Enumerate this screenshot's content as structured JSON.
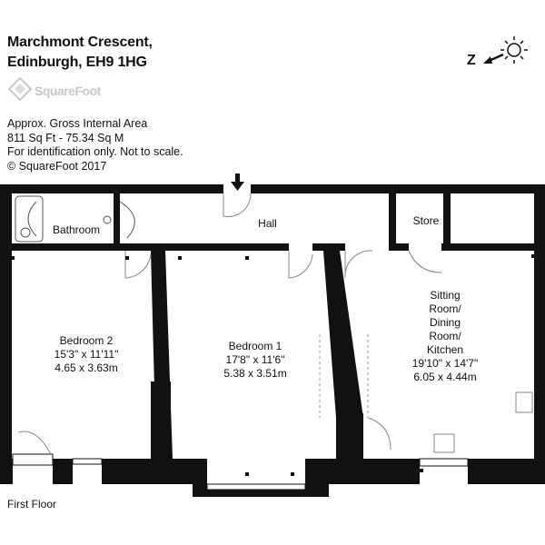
{
  "address": {
    "line1": "Marchmont Crescent,",
    "line2": "Edinburgh, EH9 1HG"
  },
  "logo": {
    "text": "SquareFoot"
  },
  "info": {
    "line1": "Approx. Gross Internal Area",
    "line2": "811 Sq Ft  -  75.34 Sq M",
    "line3": "For identification only. Not to scale.",
    "line4": "© SquareFoot 2017"
  },
  "compass": {
    "letter": "Z"
  },
  "rooms": {
    "bathroom": {
      "name": "Bathroom"
    },
    "hall": {
      "name": "Hall"
    },
    "store": {
      "name": "Store"
    },
    "bedroom2": {
      "name": "Bedroom 2",
      "imperial": "15'3\" x 11'11\"",
      "metric": "4.65 x 3.63m"
    },
    "bedroom1": {
      "name": "Bedroom 1",
      "imperial": "17'8\" x 11'6\"",
      "metric": "5.38 x 3.51m"
    },
    "sitting": {
      "l1": "Sitting",
      "l2": "Room/",
      "l3": "Dining",
      "l4": "Room/",
      "l5": "Kitchen",
      "imperial": "19'10\" x 14'7\"",
      "metric": "6.05 x 4.44m"
    }
  },
  "floor_label": "First Floor"
}
